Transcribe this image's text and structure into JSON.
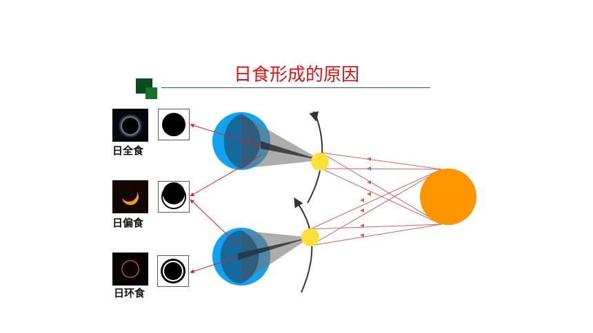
{
  "title": "日食形成的原因",
  "types": [
    {
      "label": "日全食",
      "icon": "total-eclipse-photo"
    },
    {
      "label": "日偏食",
      "icon": "partial-eclipse-photo"
    },
    {
      "label": "日环食",
      "icon": "annular-eclipse-photo"
    }
  ],
  "colors": {
    "title": "#e01010",
    "sun": "#ff9600",
    "moon": "#fde03a",
    "earth": "#13a2ee",
    "rays": "#c86464",
    "umbra": "#333333"
  }
}
